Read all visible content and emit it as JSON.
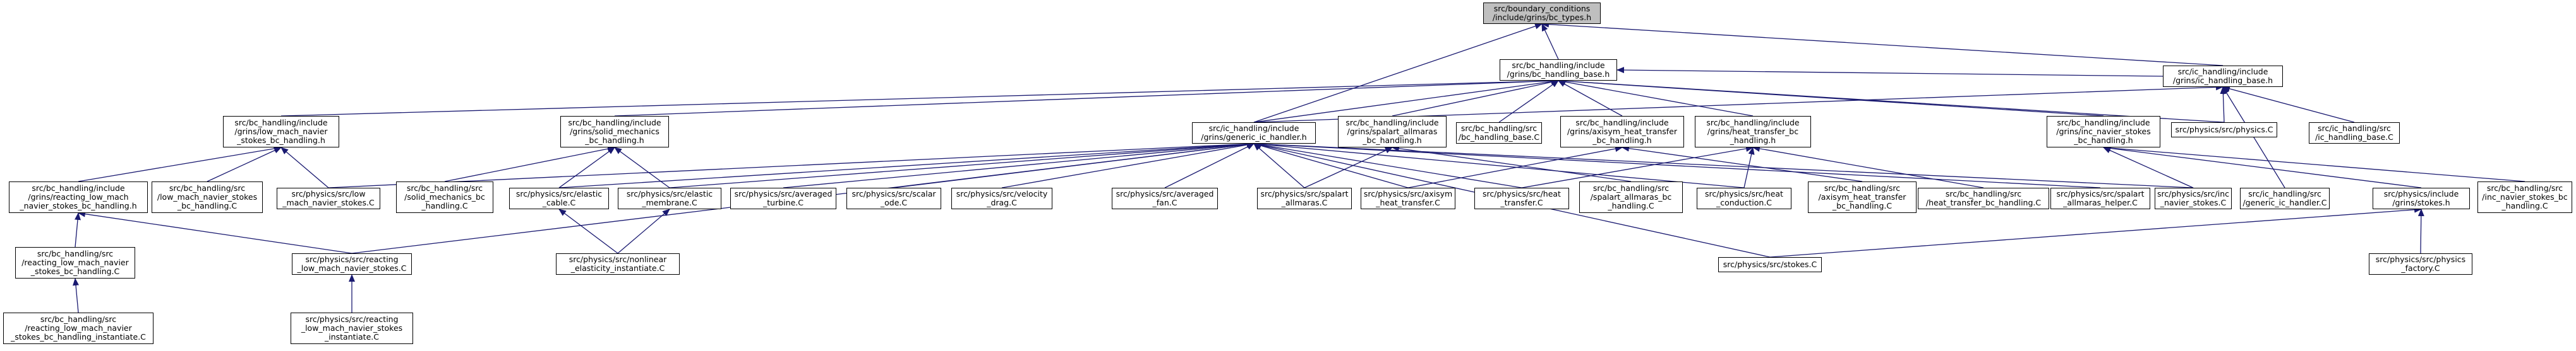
{
  "graph": {
    "title": "",
    "colors": {
      "edge": "#191970",
      "node_border": "#000000",
      "root_fill": "#bfbfbf",
      "node_fill": "#ffffff"
    },
    "nodes": {
      "n_bc_types": "src/boundary_conditions\n/include/grins/bc_types.h",
      "n_bc_handling_base": "src/bc_handling/include\n/grins/bc_handling_base.h",
      "n_ic_handling_base": "src/ic_handling/include\n/grins/ic_handling_base.h",
      "n_lm_navier_bc": "src/bc_handling/include\n/grins/low_mach_navier\n_stokes_bc_handling.h",
      "n_solid_mech_bc": "src/bc_handling/include\n/grins/solid_mechanics\n_bc_handling.h",
      "n_generic_ic": "src/ic_handling/include\n/grins/generic_ic_handler.h",
      "n_spalart_bc": "src/bc_handling/include\n/grins/spalart_allmaras\n_bc_handling.h",
      "n_bc_handling_base_c": "src/bc_handling/src\n/bc_handling_base.C",
      "n_axi_heat_bc": "src/bc_handling/include\n/grins/axisym_heat_transfer\n_bc_handling.h",
      "n_heat_bc": "src/bc_handling/include\n/grins/heat_transfer_bc\n_handling.h",
      "n_inc_navier_bc": "src/bc_handling/include\n/grins/inc_navier_stokes\n_bc_handling.h",
      "n_physics_c": "src/physics/src/physics.C",
      "n_ic_handling_base_c": "src/ic_handling/src\n/ic_handling_base.C",
      "n_rlm_bc_h": "src/bc_handling/include\n/grins/reacting_low_mach\n_navier_stokes_bc_handling.h",
      "n_lm_navier_bc_c": "src/bc_handling/src\n/low_mach_navier_stokes\n_bc_handling.C",
      "n_low_mach_c": "src/physics/src/low\n_mach_navier_stokes.C",
      "n_solid_mech_bc_c": "src/bc_handling/src\n/solid_mechanics_bc\n_handling.C",
      "n_elastic_cable": "src/physics/src/elastic\n_cable.C",
      "n_elastic_membrane": "src/physics/src/elastic\n_membrane.C",
      "n_averaged_turbine": "src/physics/src/averaged\n_turbine.C",
      "n_scalar_ode": "src/physics/src/scalar\n_ode.C",
      "n_velocity_drag": "src/physics/src/velocity\n_drag.C",
      "n_averaged_fan": "src/physics/src/averaged\n_fan.C",
      "n_spalart_c": "src/physics/src/spalart\n_allmaras.C",
      "n_axi_heat_c": "src/physics/src/axisym\n_heat_transfer.C",
      "n_heat_transfer_c": "src/physics/src/heat\n_transfer.C",
      "n_spalart_bc_c": "src/bc_handling/src\n/spalart_allmaras_bc\n_handling.C",
      "n_heat_conduction_c": "src/physics/src/heat\n_conduction.C",
      "n_axi_heat_bc_c": "src/bc_handling/src\n/axisym_heat_transfer\n_bc_handling.C",
      "n_heat_bc_c": "src/bc_handling/src\n/heat_transfer_bc_handling.C",
      "n_spalart_helper": "src/physics/src/spalart\n_allmaras_helper.C",
      "n_inc_navier_c": "src/physics/src/inc\n_navier_stokes.C",
      "n_generic_ic_c": "src/ic_handling/src\n/generic_ic_handler.C",
      "n_stokes_h": "src/physics/include\n/grins/stokes.h",
      "n_inc_navier_bc_c": "src/bc_handling/src\n/inc_navier_stokes_bc\n_handling.C",
      "n_rlm_bc_c": "src/bc_handling/src\n/reacting_low_mach_navier\n_stokes_bc_handling.C",
      "n_rlm_c": "src/physics/src/reacting\n_low_mach_navier_stokes.C",
      "n_nonlinear_elastic": "src/physics/src/nonlinear\n_elasticity_instantiate.C",
      "n_stokes_c": "src/physics/src/stokes.C",
      "n_physics_factory": "src/physics/src/physics\n_factory.C",
      "n_rlm_bc_inst": "src/bc_handling/src\n/reacting_low_mach_navier\n_stokes_bc_handling_instantiate.C",
      "n_rlm_inst": "src/physics/src/reacting\n_low_mach_navier_stokes\n_instantiate.C"
    },
    "edges": [
      [
        "n_bc_handling_base",
        "n_bc_types"
      ],
      [
        "n_ic_handling_base",
        "n_bc_types"
      ],
      [
        "n_generic_ic",
        "n_bc_types"
      ],
      [
        "n_ic_handling_base",
        "n_bc_handling_base"
      ],
      [
        "n_lm_navier_bc",
        "n_bc_handling_base"
      ],
      [
        "n_solid_mech_bc",
        "n_bc_handling_base"
      ],
      [
        "n_generic_ic",
        "n_bc_handling_base"
      ],
      [
        "n_spalart_bc",
        "n_bc_handling_base"
      ],
      [
        "n_bc_handling_base_c",
        "n_bc_handling_base"
      ],
      [
        "n_axi_heat_bc",
        "n_bc_handling_base"
      ],
      [
        "n_heat_bc",
        "n_bc_handling_base"
      ],
      [
        "n_inc_navier_bc",
        "n_bc_handling_base"
      ],
      [
        "n_physics_c",
        "n_bc_handling_base"
      ],
      [
        "n_generic_ic",
        "n_ic_handling_base"
      ],
      [
        "n_physics_c",
        "n_ic_handling_base"
      ],
      [
        "n_ic_handling_base_c",
        "n_ic_handling_base"
      ],
      [
        "n_generic_ic_c",
        "n_ic_handling_base"
      ],
      [
        "n_rlm_bc_h",
        "n_lm_navier_bc"
      ],
      [
        "n_lm_navier_bc_c",
        "n_lm_navier_bc"
      ],
      [
        "n_low_mach_c",
        "n_lm_navier_bc"
      ],
      [
        "n_solid_mech_bc_c",
        "n_solid_mech_bc"
      ],
      [
        "n_elastic_cable",
        "n_solid_mech_bc"
      ],
      [
        "n_elastic_membrane",
        "n_solid_mech_bc"
      ],
      [
        "n_low_mach_c",
        "n_generic_ic"
      ],
      [
        "n_elastic_cable",
        "n_generic_ic"
      ],
      [
        "n_elastic_membrane",
        "n_generic_ic"
      ],
      [
        "n_averaged_turbine",
        "n_generic_ic"
      ],
      [
        "n_scalar_ode",
        "n_generic_ic"
      ],
      [
        "n_velocity_drag",
        "n_generic_ic"
      ],
      [
        "n_averaged_fan",
        "n_generic_ic"
      ],
      [
        "n_spalart_c",
        "n_generic_ic"
      ],
      [
        "n_axi_heat_c",
        "n_generic_ic"
      ],
      [
        "n_heat_transfer_c",
        "n_generic_ic"
      ],
      [
        "n_heat_conduction_c",
        "n_generic_ic"
      ],
      [
        "n_spalart_helper",
        "n_generic_ic"
      ],
      [
        "n_inc_navier_c",
        "n_generic_ic"
      ],
      [
        "n_rlm_c",
        "n_generic_ic"
      ],
      [
        "n_stokes_c",
        "n_generic_ic"
      ],
      [
        "n_spalart_c",
        "n_spalart_bc"
      ],
      [
        "n_spalart_bc_c",
        "n_spalart_bc"
      ],
      [
        "n_axi_heat_c",
        "n_axi_heat_bc"
      ],
      [
        "n_axi_heat_bc_c",
        "n_axi_heat_bc"
      ],
      [
        "n_heat_transfer_c",
        "n_heat_bc"
      ],
      [
        "n_heat_conduction_c",
        "n_heat_bc"
      ],
      [
        "n_heat_bc_c",
        "n_heat_bc"
      ],
      [
        "n_inc_navier_c",
        "n_inc_navier_bc"
      ],
      [
        "n_stokes_h",
        "n_inc_navier_bc"
      ],
      [
        "n_inc_navier_bc_c",
        "n_inc_navier_bc"
      ],
      [
        "n_rlm_bc_c",
        "n_rlm_bc_h"
      ],
      [
        "n_rlm_c",
        "n_rlm_bc_h"
      ],
      [
        "n_rlm_bc_inst",
        "n_rlm_bc_c"
      ],
      [
        "n_nonlinear_elastic",
        "n_elastic_cable"
      ],
      [
        "n_nonlinear_elastic",
        "n_elastic_membrane"
      ],
      [
        "n_rlm_inst",
        "n_rlm_c"
      ],
      [
        "n_stokes_c",
        "n_stokes_h"
      ],
      [
        "n_physics_factory",
        "n_stokes_h"
      ]
    ]
  }
}
